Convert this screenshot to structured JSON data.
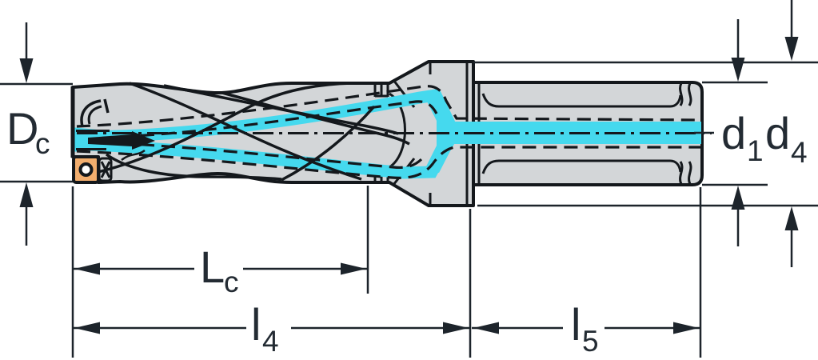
{
  "drawing": {
    "description": "Indexable insert drill side view with coolant channels and dimension symbols",
    "colors": {
      "body_gray": "#d3d6d8",
      "coolant_cyan": "#45d9ee",
      "insert_orange": "#f2ae6e",
      "outline_black": "#14181c",
      "dimension_line": "#1d242b",
      "text": "#232b33"
    },
    "labels": {
      "cutting_diameter": {
        "symbol": "D",
        "subscript": "c"
      },
      "shank_diameter": {
        "symbol": "d",
        "subscript": "1"
      },
      "body_diameter": {
        "symbol": "d",
        "subscript": "4"
      },
      "flute_length": {
        "symbol": "L",
        "subscript": "c"
      },
      "length_l4": {
        "symbol": "l",
        "subscript": "4"
      },
      "length_l5": {
        "symbol": "l",
        "subscript": "5"
      }
    }
  }
}
